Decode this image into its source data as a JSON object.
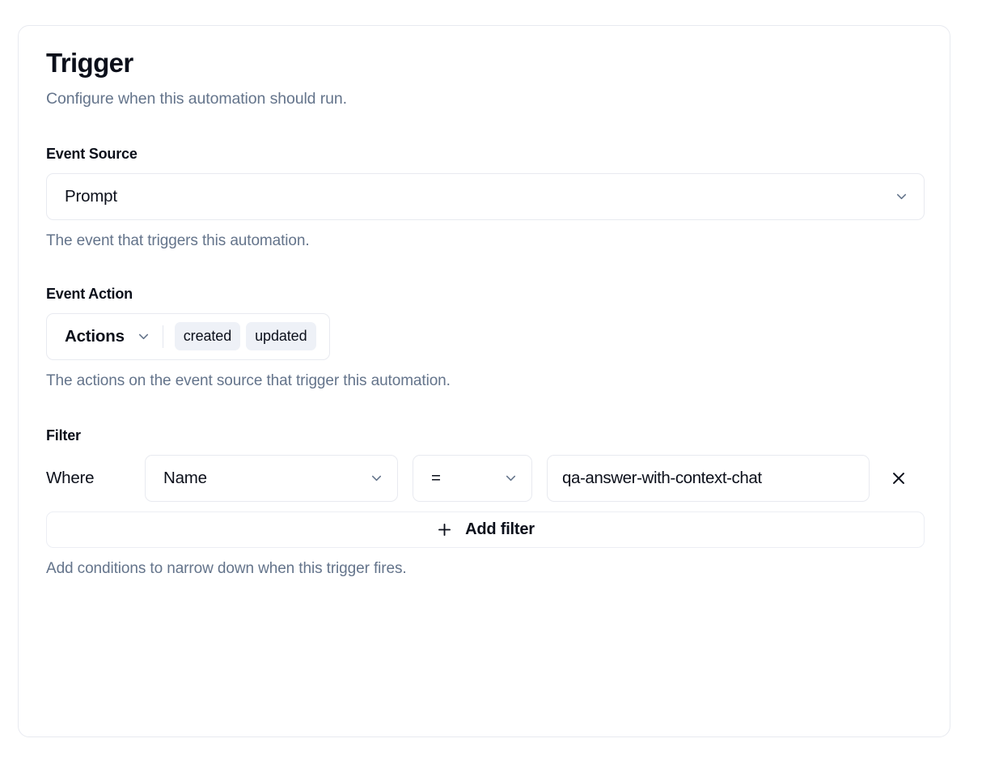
{
  "card": {
    "title": "Trigger",
    "subtitle": "Configure when this automation should run."
  },
  "event_source": {
    "label": "Event Source",
    "value": "Prompt",
    "help": "The event that triggers this automation.",
    "chevron_icon": "chevron-down-icon"
  },
  "event_action": {
    "label": "Event Action",
    "trigger_label": "Actions",
    "chevron_icon": "chevron-down-icon",
    "chips": [
      "created",
      "updated"
    ],
    "help": "The actions on the event source that trigger this automation."
  },
  "filter": {
    "label": "Filter",
    "where_label": "Where",
    "field_value": "Name",
    "operator_value": "=",
    "value": "qa-answer-with-context-chat",
    "value_placeholder": "Value",
    "remove_icon": "close-icon",
    "add_filter_label": "Add filter",
    "add_filter_icon": "plus-icon",
    "help": "Add conditions to narrow down when this trigger fires."
  },
  "colors": {
    "page_background": "#ffffff",
    "card_background": "#ffffff",
    "card_border": "#e8eaf0",
    "text_primary": "#0b0f1a",
    "text_muted": "#64748b",
    "chip_background": "#eef1f7"
  }
}
